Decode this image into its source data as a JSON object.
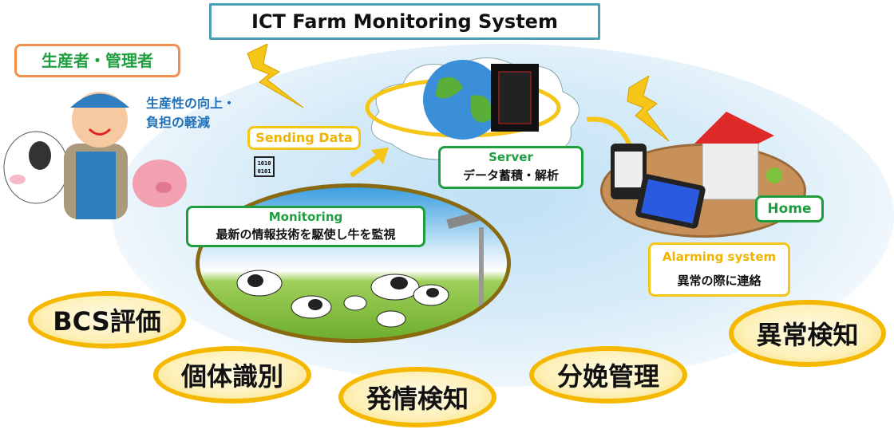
{
  "title": "ICT Farm Monitoring System",
  "producer": {
    "label": "生産者・管理者",
    "benefit_line1": "生産性の向上・",
    "benefit_line2": "負担の軽減"
  },
  "sending": {
    "label": "Sending Data",
    "binary_line1": "1010",
    "binary_line2": "0101"
  },
  "server": {
    "title": "Server",
    "desc": "データ蓄積・解析"
  },
  "monitoring": {
    "title": "Monitoring",
    "desc": "最新の情報技術を駆使し牛を監視"
  },
  "home": {
    "label": "Home"
  },
  "alarm": {
    "title": "Alarming system",
    "desc": "異常の際に連絡"
  },
  "features": [
    "BCS評価",
    "個体識別",
    "発情検知",
    "分娩管理",
    "異常検知"
  ],
  "colors": {
    "accent_yellow": "#f5b800",
    "green": "#1e9e3e",
    "orange": "#f0904a",
    "teal": "#4a9fb5",
    "blue_text": "#1f6fb8"
  }
}
